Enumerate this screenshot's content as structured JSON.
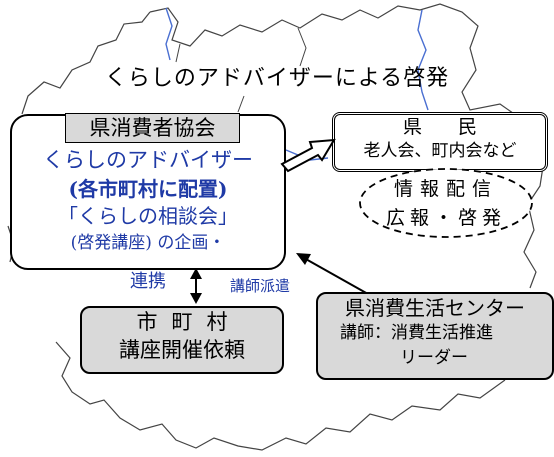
{
  "title": "くらしのアドバイザーによる啓発",
  "association": {
    "header": "県消費者協会",
    "line1": "くらしのアドバイザー",
    "line2": "(各市町村に配置)",
    "line3": "「くらしの相談会」",
    "line4": "(啓発講座) の企画・"
  },
  "residents": {
    "title": "県民",
    "subtitle": "老人会、町内会など"
  },
  "info": {
    "line1": "情報配信",
    "line2": "広報・啓発"
  },
  "link_label": "連携",
  "dispatch_label": "講師派遣",
  "municipality": {
    "line1": "市町村",
    "line2": "講座開催依頼"
  },
  "center": {
    "title": "県消費生活センター",
    "role": "講師：消費生活推進",
    "role2": "リーダー"
  },
  "colors": {
    "text_blue": "#1f3aa6",
    "box_gray": "#d9d9d9",
    "map_outline": "#444444",
    "river": "#4a6fd1"
  }
}
